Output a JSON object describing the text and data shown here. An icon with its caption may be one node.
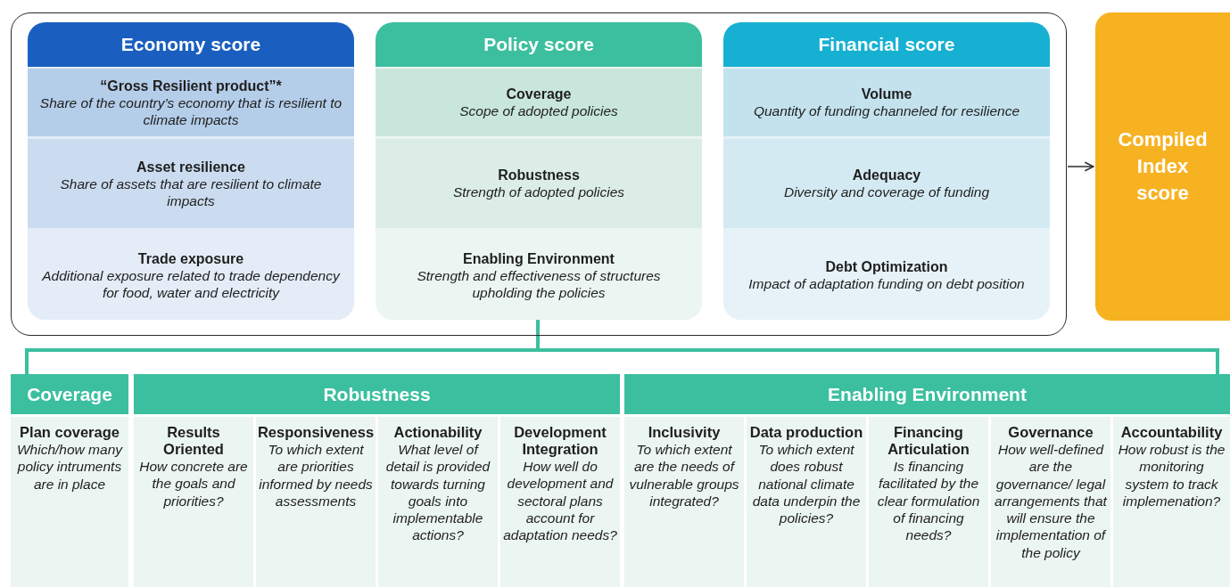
{
  "diagram": {
    "nodes": [
      {
        "text": [],
        "shape": "box"
      },
      {
        "text": [
          "Economy score"
        ],
        "in": 0
      },
      {
        "text": [
          "“Gross Resilient product”*",
          "Share of the country’s economy that is resilient to climate impacts"
        ],
        "in": 1
      },
      {
        "text": [
          "Asset resilience",
          "Share of assets that are resilient to climate impacts"
        ],
        "in": 1
      },
      {
        "text": [
          "Trade exposure",
          "Additional exposure related to trade dependency for food, water and electricity"
        ],
        "in": 1
      },
      {
        "text": [
          "Policy score"
        ],
        "in": 0
      },
      {
        "text": [
          "Coverage",
          "Scope of adopted policies"
        ],
        "in": 5
      },
      {
        "text": [
          "Robustness",
          "Strength of adopted policies"
        ],
        "in": 5
      },
      {
        "text": [
          "Enabling Environment",
          "Strength and effectiveness of structures upholding the policies"
        ],
        "in": 5
      },
      {
        "text": [
          "Financial score"
        ],
        "in": 0
      },
      {
        "text": [
          "Volume",
          "Quantity of funding channeled for resilience"
        ],
        "in": 9
      },
      {
        "text": [
          "Adequacy",
          "Diversity and coverage of funding"
        ],
        "in": 9
      },
      {
        "text": [
          "Debt Optimization",
          "Impact of adaptation funding on debt position"
        ],
        "in": 9
      },
      {
        "text": [
          "Compiled Index score"
        ]
      },
      {
        "text": [
          "Coverage"
        ]
      },
      {
        "text": [
          "Plan coverage",
          "Which/how many policy intruments are in place"
        ],
        "in": 14
      },
      {
        "text": [
          "Robustness"
        ]
      },
      {
        "text": [
          "Results Oriented",
          "How concrete are the goals and priorities?"
        ],
        "in": 16
      },
      {
        "text": [
          "Responsiveness",
          "To which extent are priorities informed by needs assessments"
        ],
        "in": 16
      },
      {
        "text": [
          "Actionability",
          "What level of detail is provided towards turning goals into implementable actions?"
        ],
        "in": 16
      },
      {
        "text": [
          "Development Integration",
          "How well do development and sectoral plans account for adaptation needs?"
        ],
        "in": 16
      },
      {
        "text": [
          "Enabling Environment"
        ]
      },
      {
        "text": [
          "Inclusivity",
          "To which extent are the needs of vulnerable groups integrated?"
        ],
        "in": 21
      },
      {
        "text": [
          "Data production",
          "To which extent does robust national climate data underpin the policies?"
        ],
        "in": 21
      },
      {
        "text": [
          "Financing Articulation",
          "Is financing facilitated by the clear formulation of financing needs?"
        ],
        "in": 21
      },
      {
        "text": [
          "Governance",
          "How well-defined are the governance/ legal arrangements that will ensure the implementation of the policy"
        ],
        "in": 21
      },
      {
        "text": [
          "Accountability",
          "How robust is the monitoring system to track implemenation?"
        ],
        "in": 21
      }
    ],
    "edges": [
      {
        "from": 0,
        "to": 13,
        "arrow": "to",
        "color": "#2b2b2b"
      },
      {
        "from": 5,
        "to": 14,
        "arrow": "none"
      },
      {
        "from": 5,
        "to": 21,
        "arrow": "none"
      }
    ]
  }
}
